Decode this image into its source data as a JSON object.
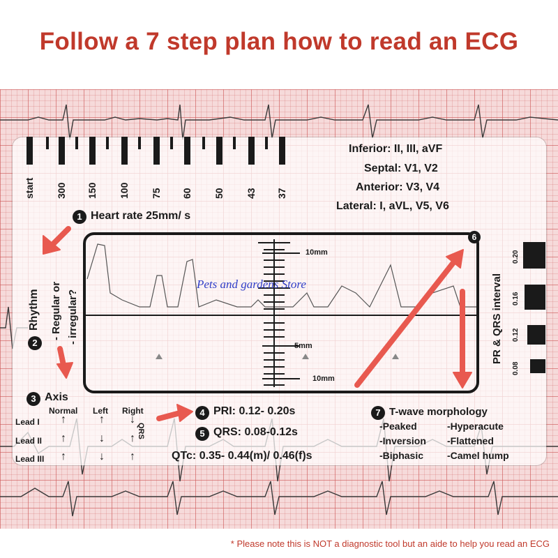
{
  "headline": "Follow a 7 step plan how to read an ECG",
  "leads": {
    "inferior": "Inferior: II, III, aVF",
    "septal": "Septal: V1, V2",
    "anterior": "Anterior: V3, V4",
    "lateral": "Lateral: I, aVL, V5, V6"
  },
  "ruler": {
    "labels": [
      "start",
      "300",
      "150",
      "100",
      "75",
      "60",
      "50",
      "43",
      "37"
    ]
  },
  "step1": {
    "number": "1",
    "text": "Heart rate 25mm/ s"
  },
  "step2": {
    "number": "2",
    "title": "Rhythm",
    "line1": "- Regular or",
    "line2": "- irregular?"
  },
  "step3": {
    "number": "3",
    "title": "Axis",
    "columns": [
      "Normal",
      "Left",
      "Right"
    ],
    "rows": [
      {
        "lead": "Lead I",
        "normal": "↑",
        "left": "↑",
        "right": "↓"
      },
      {
        "lead": "Lead II",
        "normal": "↑",
        "left": "↓",
        "right": "↑"
      },
      {
        "lead": "Lead III",
        "normal": "↑",
        "left": "↓",
        "right": "↑"
      }
    ],
    "qrs_label": "QRS"
  },
  "step4": {
    "number": "4",
    "text": "PRI: 0.12- 0.20s"
  },
  "step5": {
    "number": "5",
    "text": "QRS: 0.08-0.12s"
  },
  "qtc": "QTc: 0.35- 0.44(m)/ 0.46(f)s",
  "step6": {
    "number": "6"
  },
  "scale": {
    "top": "10mm",
    "mid": "5mm",
    "bottom": "10mm"
  },
  "interval": {
    "title": "PR & QRS interval",
    "labels": [
      "0.20",
      "0.16",
      "0.12",
      "0.08"
    ]
  },
  "step7": {
    "number": "7",
    "title": "T-wave morphology",
    "items": [
      "-Peaked",
      "-Hyperacute",
      "-Inversion",
      "-Flattened",
      "-Biphasic",
      "-Camel hump"
    ]
  },
  "watermark": "Pets and gardens Store",
  "footer": "* Please note this is NOT a diagnostic tool but an aide to help you read an ECG",
  "colors": {
    "headline_red": "#c0392b",
    "arrow_red": "#e8594f",
    "ink": "#1a1a1a",
    "grid_pink": "#f6dada",
    "watermark_blue": "#2f3ec8"
  }
}
